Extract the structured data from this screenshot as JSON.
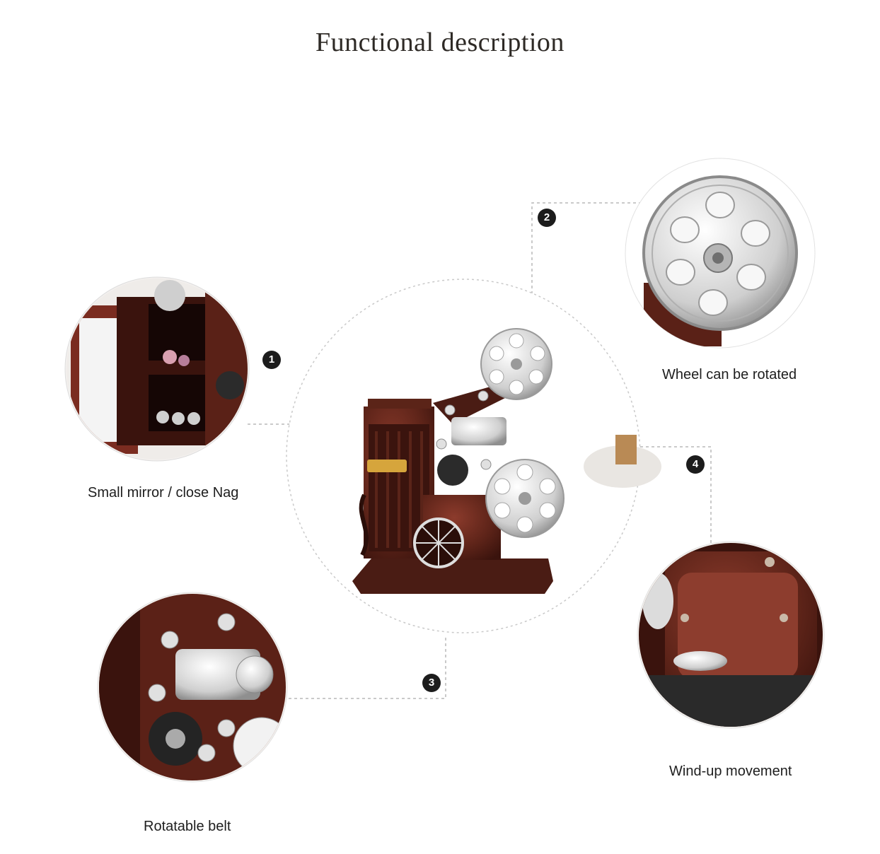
{
  "title": "Functional description",
  "callouts": [
    {
      "number": "1",
      "caption": "Small mirror / close Nag"
    },
    {
      "number": "2",
      "caption": "Wheel can be rotated"
    },
    {
      "number": "3",
      "caption": "Rotatable belt"
    },
    {
      "number": "4",
      "caption": "Wind-up movement"
    }
  ],
  "colors": {
    "wood_dark": "#4a1c14",
    "wood_mid": "#7a3326",
    "metal": "#d9d9d9",
    "dashed_line": "#b8b8b8",
    "badge": "#1c1c1c"
  }
}
